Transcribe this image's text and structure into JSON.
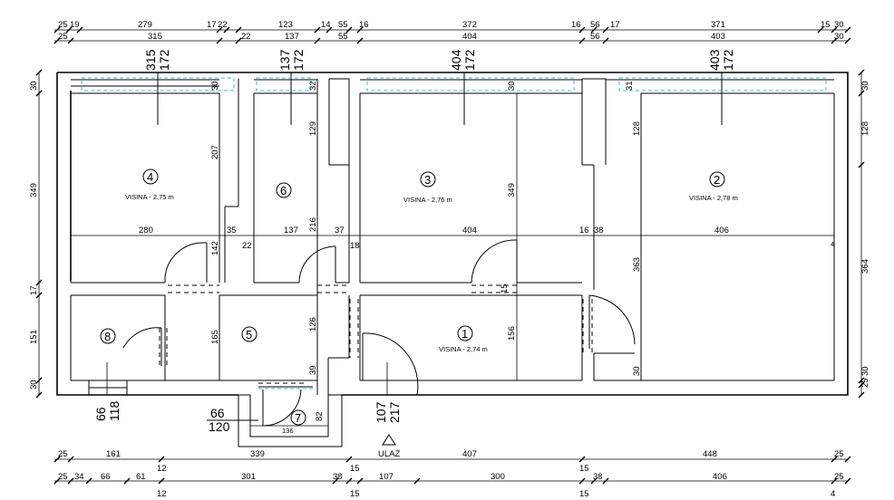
{
  "dims_top1": [
    "25",
    "19",
    "279",
    "17",
    "22",
    "123",
    "14",
    "55",
    "16",
    "372",
    "16",
    "56",
    "17",
    "371",
    "15",
    "30"
  ],
  "dims_top2": [
    "25",
    "315",
    "22",
    "137",
    "55",
    "404",
    "56",
    "403",
    "30"
  ],
  "dims_bot1": [
    "25",
    "161",
    "12",
    "339",
    "15",
    "407",
    "448",
    "25"
  ],
  "dims_bot2": [
    "25",
    "34",
    "66",
    "61",
    "12",
    "301",
    "38",
    "15",
    "107",
    "300",
    "15",
    "38",
    "406",
    "25"
  ],
  "dims_bot3": [
    "12",
    "15",
    "15",
    "4"
  ],
  "dims_left": [
    "30",
    "349",
    "17",
    "151",
    "30"
  ],
  "dims_right": [
    "30",
    "128",
    "364",
    "25",
    "30"
  ],
  "window_labels": [
    {
      "top": "315",
      "bottom": "172"
    },
    {
      "top": "137",
      "bottom": "172"
    },
    {
      "top": "404",
      "bottom": "172"
    },
    {
      "top": "403",
      "bottom": "172"
    }
  ],
  "interior_dims": [
    "30",
    "30",
    "32",
    "30",
    "31",
    "207",
    "129",
    "349",
    "128",
    "280",
    "35",
    "137",
    "37",
    "404",
    "16",
    "38",
    "406",
    "142",
    "22",
    "216",
    "18",
    "15",
    "363",
    "165",
    "126",
    "156",
    "39",
    "30",
    "82",
    "136",
    "4"
  ],
  "door_labels": [
    {
      "top": "66",
      "bottom": "118"
    },
    {
      "top": "107",
      "bottom": "217"
    },
    {
      "top": "66",
      "bottom": "120"
    }
  ],
  "rooms": [
    {
      "number": "4",
      "label": "VISINA - 2,75 m"
    },
    {
      "number": "6",
      "label": ""
    },
    {
      "number": "3",
      "label": "VISINA - 2,76 m"
    },
    {
      "number": "2",
      "label": "VISINA - 2,78 m"
    },
    {
      "number": "8",
      "label": ""
    },
    {
      "number": "5",
      "label": ""
    },
    {
      "number": "1",
      "label": "VISINA - 2,74 m"
    },
    {
      "number": "7",
      "label": ""
    }
  ],
  "entrance_label": "ULAZ"
}
